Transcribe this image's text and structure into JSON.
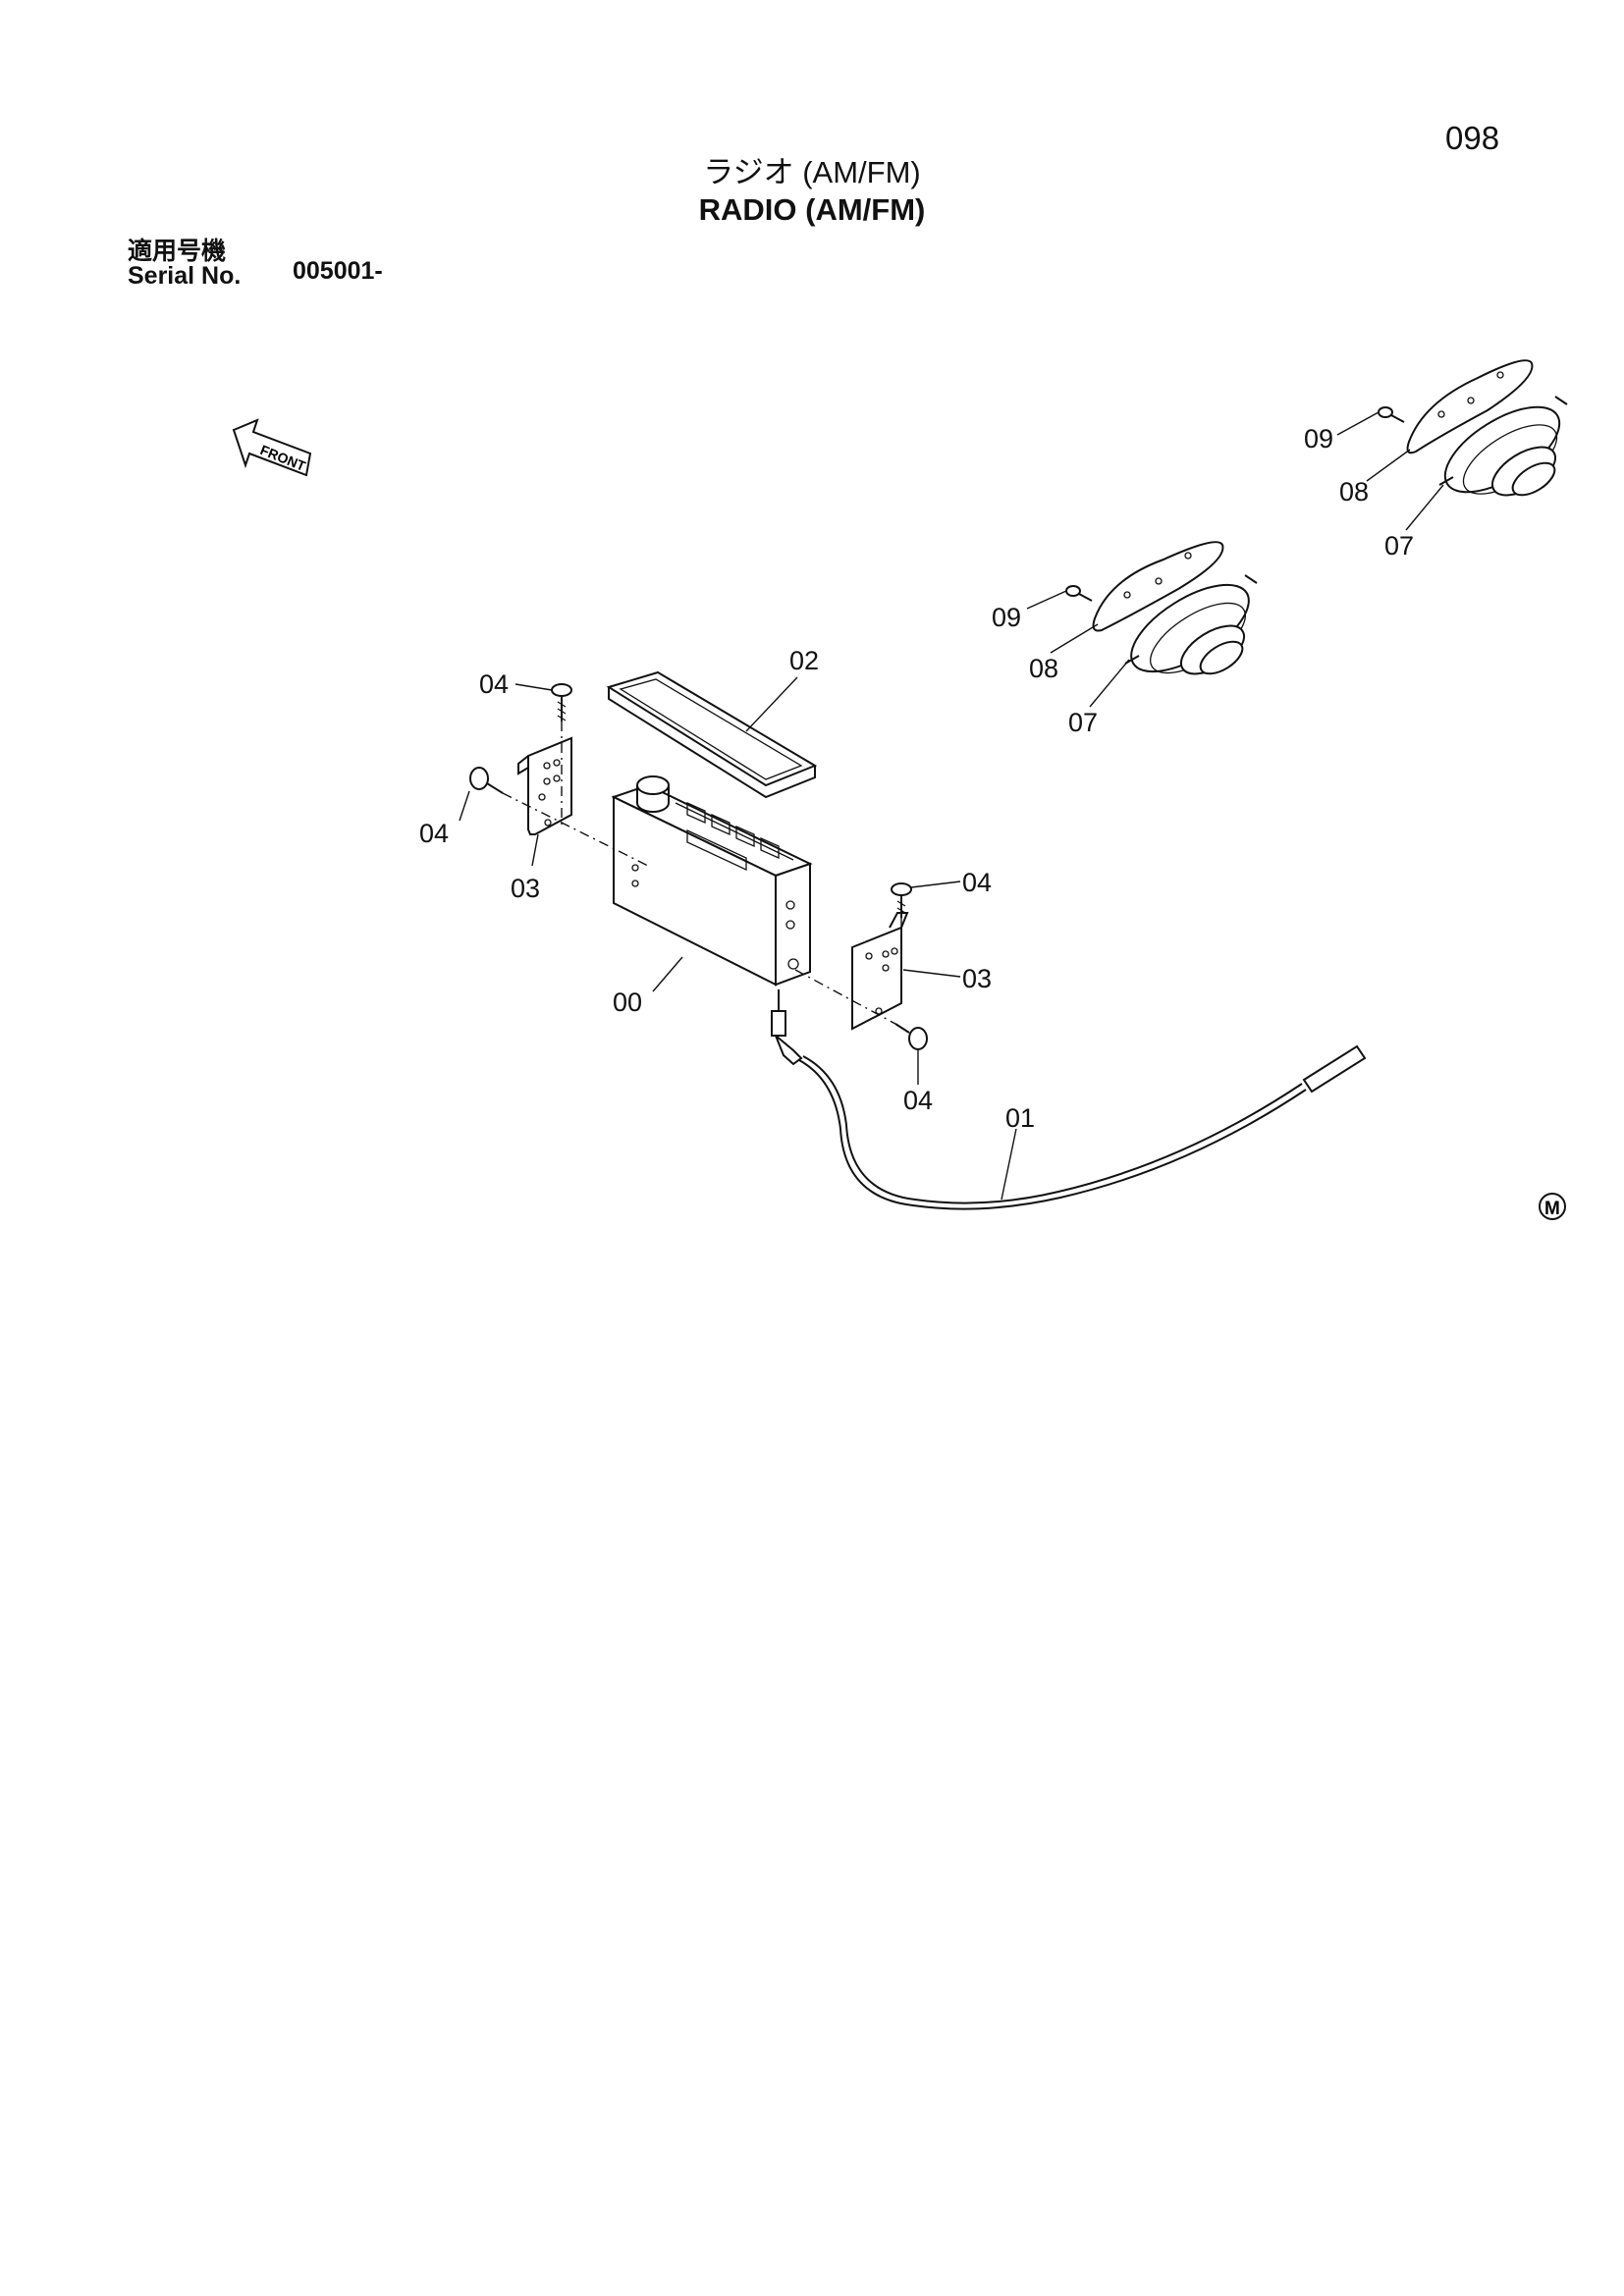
{
  "page_number": "098",
  "title_jp": "ラジオ (AM/FM)",
  "title_en": "RADIO (AM/FM)",
  "serial_label_jp": "適用号機",
  "serial_label_en": "Serial No.",
  "serial_value": "005001-",
  "front_label": "FRONT",
  "mark": "M",
  "callouts": {
    "radio_unit": "00",
    "antenna": "01",
    "cover": "02",
    "bracket_left": "03",
    "bracket_right": "03",
    "bolt_top_left": "04",
    "bolt_side_left": "04",
    "bolt_top_right": "04",
    "bolt_bottom_right": "04",
    "speaker_a": "07",
    "grille_a": "08",
    "screw_a": "09",
    "speaker_b": "07",
    "grille_b": "08",
    "screw_b": "09"
  }
}
